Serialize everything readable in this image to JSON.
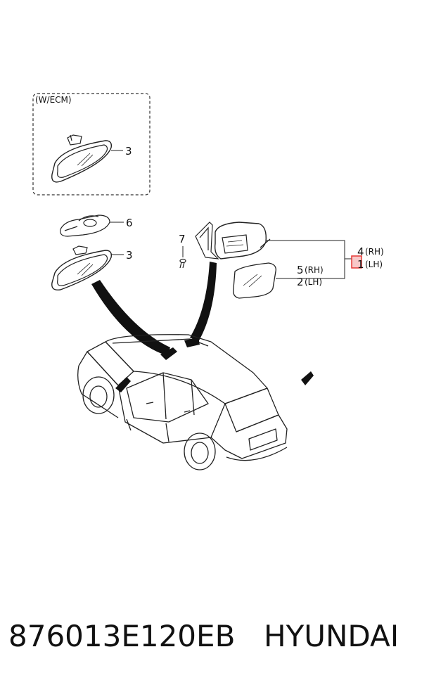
{
  "diagram": {
    "inset_label": "(W/ECM)",
    "callouts": {
      "c1": "3",
      "c2": "6",
      "c3": "3",
      "c4": "7",
      "c5": "4",
      "c5_side": "(RH)",
      "c6": "1",
      "c6_side": "(LH)",
      "c7": "5",
      "c7_side": "(RH)",
      "c8": "2",
      "c8_side": "(LH)"
    },
    "highlight_color": "#e53935"
  },
  "caption": {
    "part_number": "876013E120EB",
    "brand": "HYUNDAI"
  }
}
